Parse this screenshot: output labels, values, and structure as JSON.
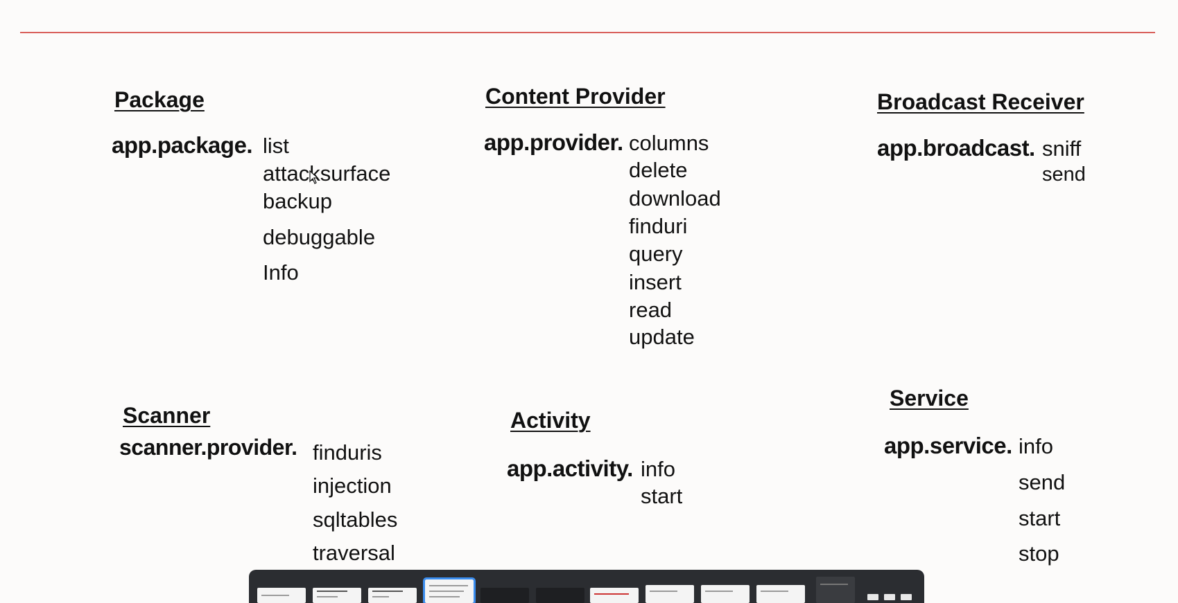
{
  "slide": {
    "sections": {
      "package": {
        "title": "Package",
        "prefix": "app.package.",
        "commands": [
          "list",
          "attacksurface",
          "backup",
          "debuggable",
          "Info"
        ]
      },
      "content_provider": {
        "title": "Content Provider",
        "prefix": "app.provider.",
        "commands": [
          "columns",
          "delete",
          "download",
          "finduri",
          "query",
          "insert",
          "read",
          "update"
        ]
      },
      "broadcast_receiver": {
        "title": "Broadcast Receiver",
        "prefix": "app.broadcast.",
        "commands": [
          "sniff",
          "send"
        ]
      },
      "scanner": {
        "title": "Scanner",
        "prefix": "scanner.provider.",
        "commands": [
          "finduris",
          "injection",
          "sqltables",
          "traversal"
        ]
      },
      "activity": {
        "title": "Activity",
        "prefix": "app.activity.",
        "commands": [
          "info",
          "start"
        ]
      },
      "service": {
        "title": "Service",
        "prefix": "app.service.",
        "commands": [
          "info",
          "send",
          "start",
          "stop"
        ]
      }
    }
  },
  "icons": {
    "cursor": "mouse-pointer-icon"
  },
  "colors": {
    "rule": "#d9605b",
    "active_thumb_border": "#3b8ef0",
    "strip_bg": "#2b2d31"
  }
}
